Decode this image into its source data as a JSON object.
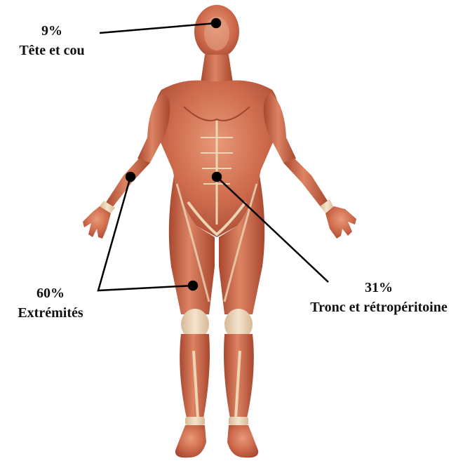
{
  "annotations": [
    {
      "id": "head",
      "percent": "9%",
      "label": "Tête et cou"
    },
    {
      "id": "limbs",
      "percent": "60%",
      "label": "Extrémités"
    },
    {
      "id": "trunk",
      "percent": "31%",
      "label": "Tronc et rétropéritoine"
    }
  ],
  "colors": {
    "muscle": "#c9684a",
    "muscle_dark": "#9e4430",
    "tendon": "#ecd6b6",
    "skin_shadow": "#b85a3e",
    "leader_line": "#000000"
  }
}
